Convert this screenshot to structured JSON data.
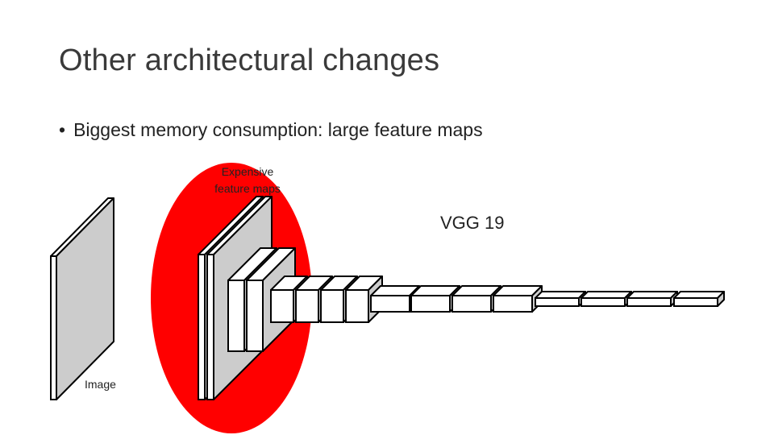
{
  "slide": {
    "title": "Other architectural changes",
    "bullet": "Biggest memory consumption: large feature maps",
    "bullet_marker": "•"
  },
  "diagram": {
    "network_label": "VGG 19",
    "highlight_label": "Expensive feature maps",
    "input_label": "Image",
    "colors": {
      "highlight": "#ff0000",
      "slab_face": "#cccccc",
      "block_face": "#ffffff",
      "stroke": "#000000"
    }
  }
}
